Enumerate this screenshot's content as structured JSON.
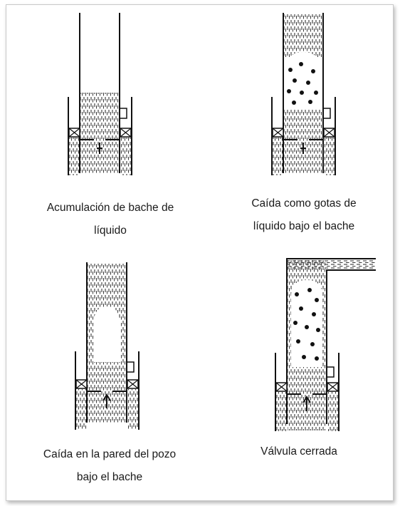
{
  "figure": {
    "panels": [
      {
        "id": "slug-accumulation",
        "caption_lines": [
          "Acumulación de bache de",
          "líquido"
        ]
      },
      {
        "id": "droplet-fallback",
        "caption_lines": [
          "Caída como gotas de",
          "líquido bajo el bache"
        ]
      },
      {
        "id": "wall-film-fallback",
        "caption_lines": [
          "Caída en la pared del pozo",
          "bajo el bache"
        ]
      },
      {
        "id": "valve-closed",
        "caption_lines": [
          "Válvula cerrada"
        ]
      }
    ]
  },
  "colors": {
    "ink": "#1a1a1a",
    "frame_border": "#c9c9c9",
    "background": "#ffffff"
  }
}
